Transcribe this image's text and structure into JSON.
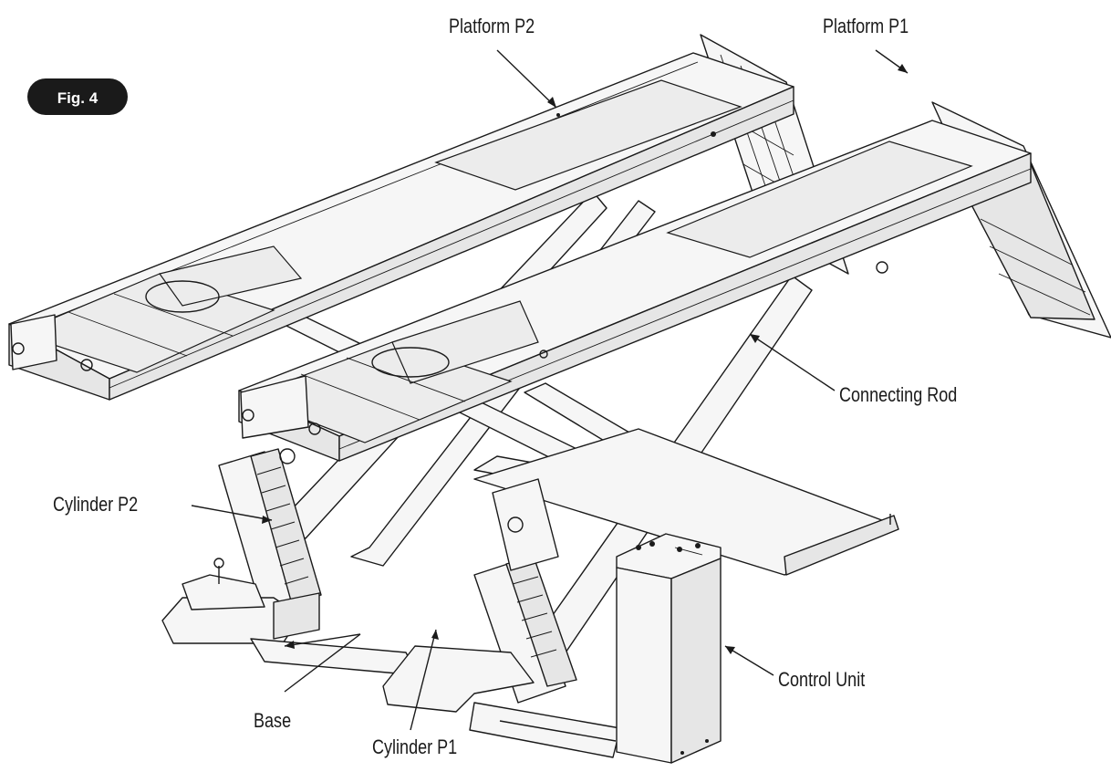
{
  "figure": {
    "badge_label": "Fig. 4",
    "badge_color": "#1a1a1a"
  },
  "labels": {
    "platform_p2": "Platform P2",
    "platform_p1": "Platform P1",
    "connecting_rod": "Connecting Rod",
    "cylinder_p2": "Cylinder P2",
    "control_unit": "Control Unit",
    "base": "Base",
    "cylinder_p1": "Cylinder P1"
  },
  "colors": {
    "line": "#1a1a1a",
    "surface": "#f6f6f6",
    "shade": "#e6e6e6"
  }
}
